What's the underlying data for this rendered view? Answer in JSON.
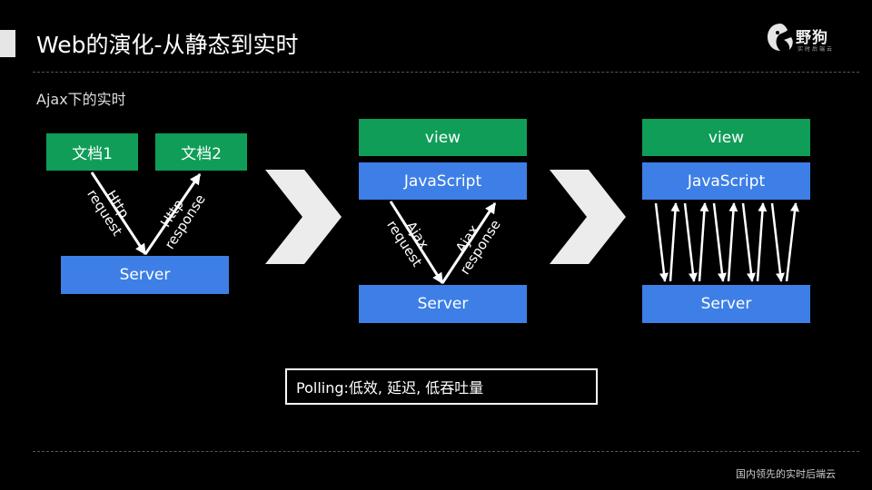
{
  "header": {
    "title": "Web的演化-从静态到实时"
  },
  "logo": {
    "name": "野狗",
    "tagline": "实时后端云"
  },
  "subtitle": "Ajax下的实时",
  "panel1": {
    "doc1": "文档1",
    "doc2": "文档2",
    "server": "Server",
    "request_label_1": "Http",
    "request_label_2": "request",
    "response_label_1": "Http",
    "response_label_2": "response"
  },
  "panel2": {
    "view": "view",
    "js": "JavaScript",
    "server": "Server",
    "request_label_1": "Ajax",
    "request_label_2": "request",
    "response_label_1": "Ajax",
    "response_label_2": "response"
  },
  "panel3": {
    "view": "view",
    "js": "JavaScript",
    "server": "Server"
  },
  "polling_note": "Polling:低效, 延迟, 低吞吐量",
  "footer": "国内领先的实时后端云",
  "colors": {
    "green": "#0f9d58",
    "blue": "#3d7fe6",
    "chevron": "#ececec"
  }
}
